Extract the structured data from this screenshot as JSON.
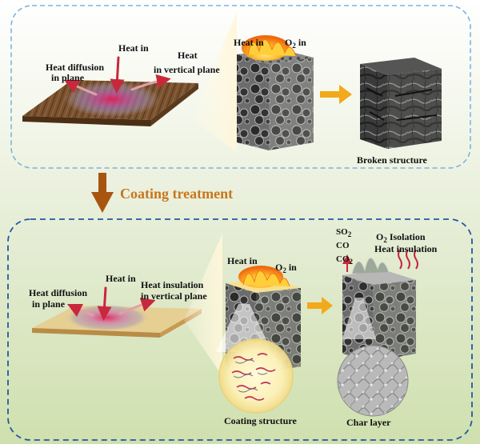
{
  "top": {
    "heat_diffusion": "Heat diffusion",
    "in_plane": "in  plane",
    "heat_in": "Heat in",
    "heat_vertical_1": "Heat",
    "heat_vertical_2": "in vertical  plane",
    "cube_heat_in": "Heat in",
    "o2_base": "O",
    "o2_sub": "2",
    "o2_suffix": " in",
    "broken_structure": "Broken structure"
  },
  "middle": {
    "coating_treatment": "Coating treatment"
  },
  "bottom": {
    "heat_diffusion": "Heat diffusion",
    "in_plane": "in  plane",
    "heat_in": "Heat in",
    "heat_insulation_1": "Heat insulation",
    "heat_insulation_2": "in vertical plane",
    "cube_heat_in": "Heat in",
    "o2_base": "O",
    "o2_sub": "2",
    "o2_suffix": " in",
    "so2_base": "SO",
    "so2_sub": "2",
    "co": "CO",
    "co2_base": "CO",
    "co2_sub": "2",
    "o2_isolation_base": "O",
    "o2_isolation_sub": "2",
    "o2_isolation_suffix": " Isolation",
    "heat_insulation": "Heat insulation",
    "coating_structure": "Coating structure",
    "char_layer": "Char layer"
  },
  "colors": {
    "top_border": "#7fb2e0",
    "bottom_border": "#1f5a9e",
    "accent_arrow": "#f2a91a",
    "coating_text": "#c8761c",
    "heat_arrow": "#c8283c"
  }
}
